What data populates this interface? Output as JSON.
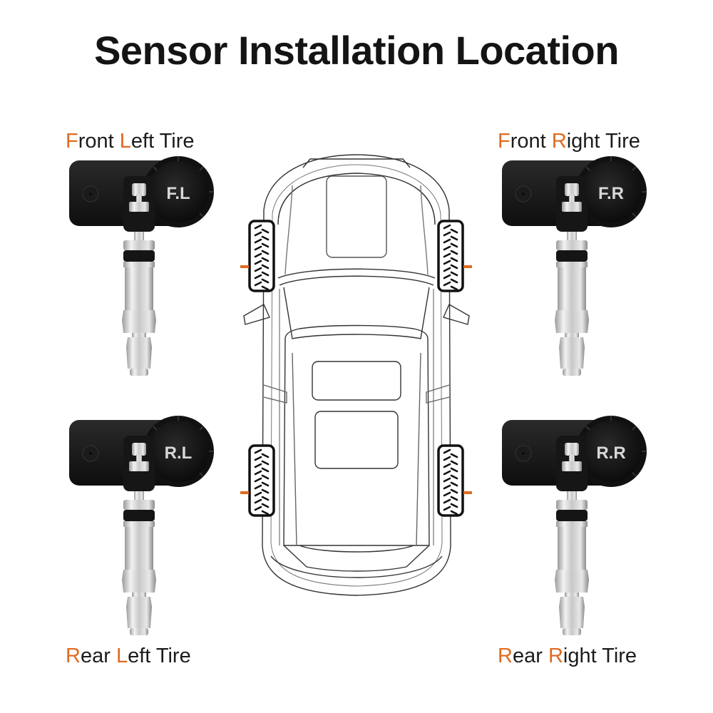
{
  "title": "Sensor Installation Location",
  "accent_color": "#e06a1f",
  "text_color": "#1c1c1c",
  "labels": {
    "front_left": {
      "a1": "F",
      "t1": "ront ",
      "a2": "L",
      "t2": "eft Tire",
      "full": "Front Left Tire"
    },
    "front_right": {
      "a1": "F",
      "t1": "ront ",
      "a2": "R",
      "t2": "ight Tire",
      "full": "Front Right Tire"
    },
    "rear_left": {
      "a1": "R",
      "t1": "ear ",
      "a2": "L",
      "t2": "eft Tire",
      "full": "Rear Left Tire"
    },
    "rear_right": {
      "a1": "R",
      "t1": "ear ",
      "a2": "R",
      "t2": "ight Tire",
      "full": "Rear Right Tire"
    }
  },
  "sensors": {
    "front_left": {
      "code": "F.L"
    },
    "front_right": {
      "code": "F.R"
    },
    "rear_left": {
      "code": "R.L"
    },
    "rear_right": {
      "code": "R.R"
    }
  },
  "diagram": {
    "view": "car top view",
    "tire_markers": [
      "front-left",
      "front-right",
      "rear-left",
      "rear-right"
    ],
    "marker_color": "#e06a1f"
  }
}
